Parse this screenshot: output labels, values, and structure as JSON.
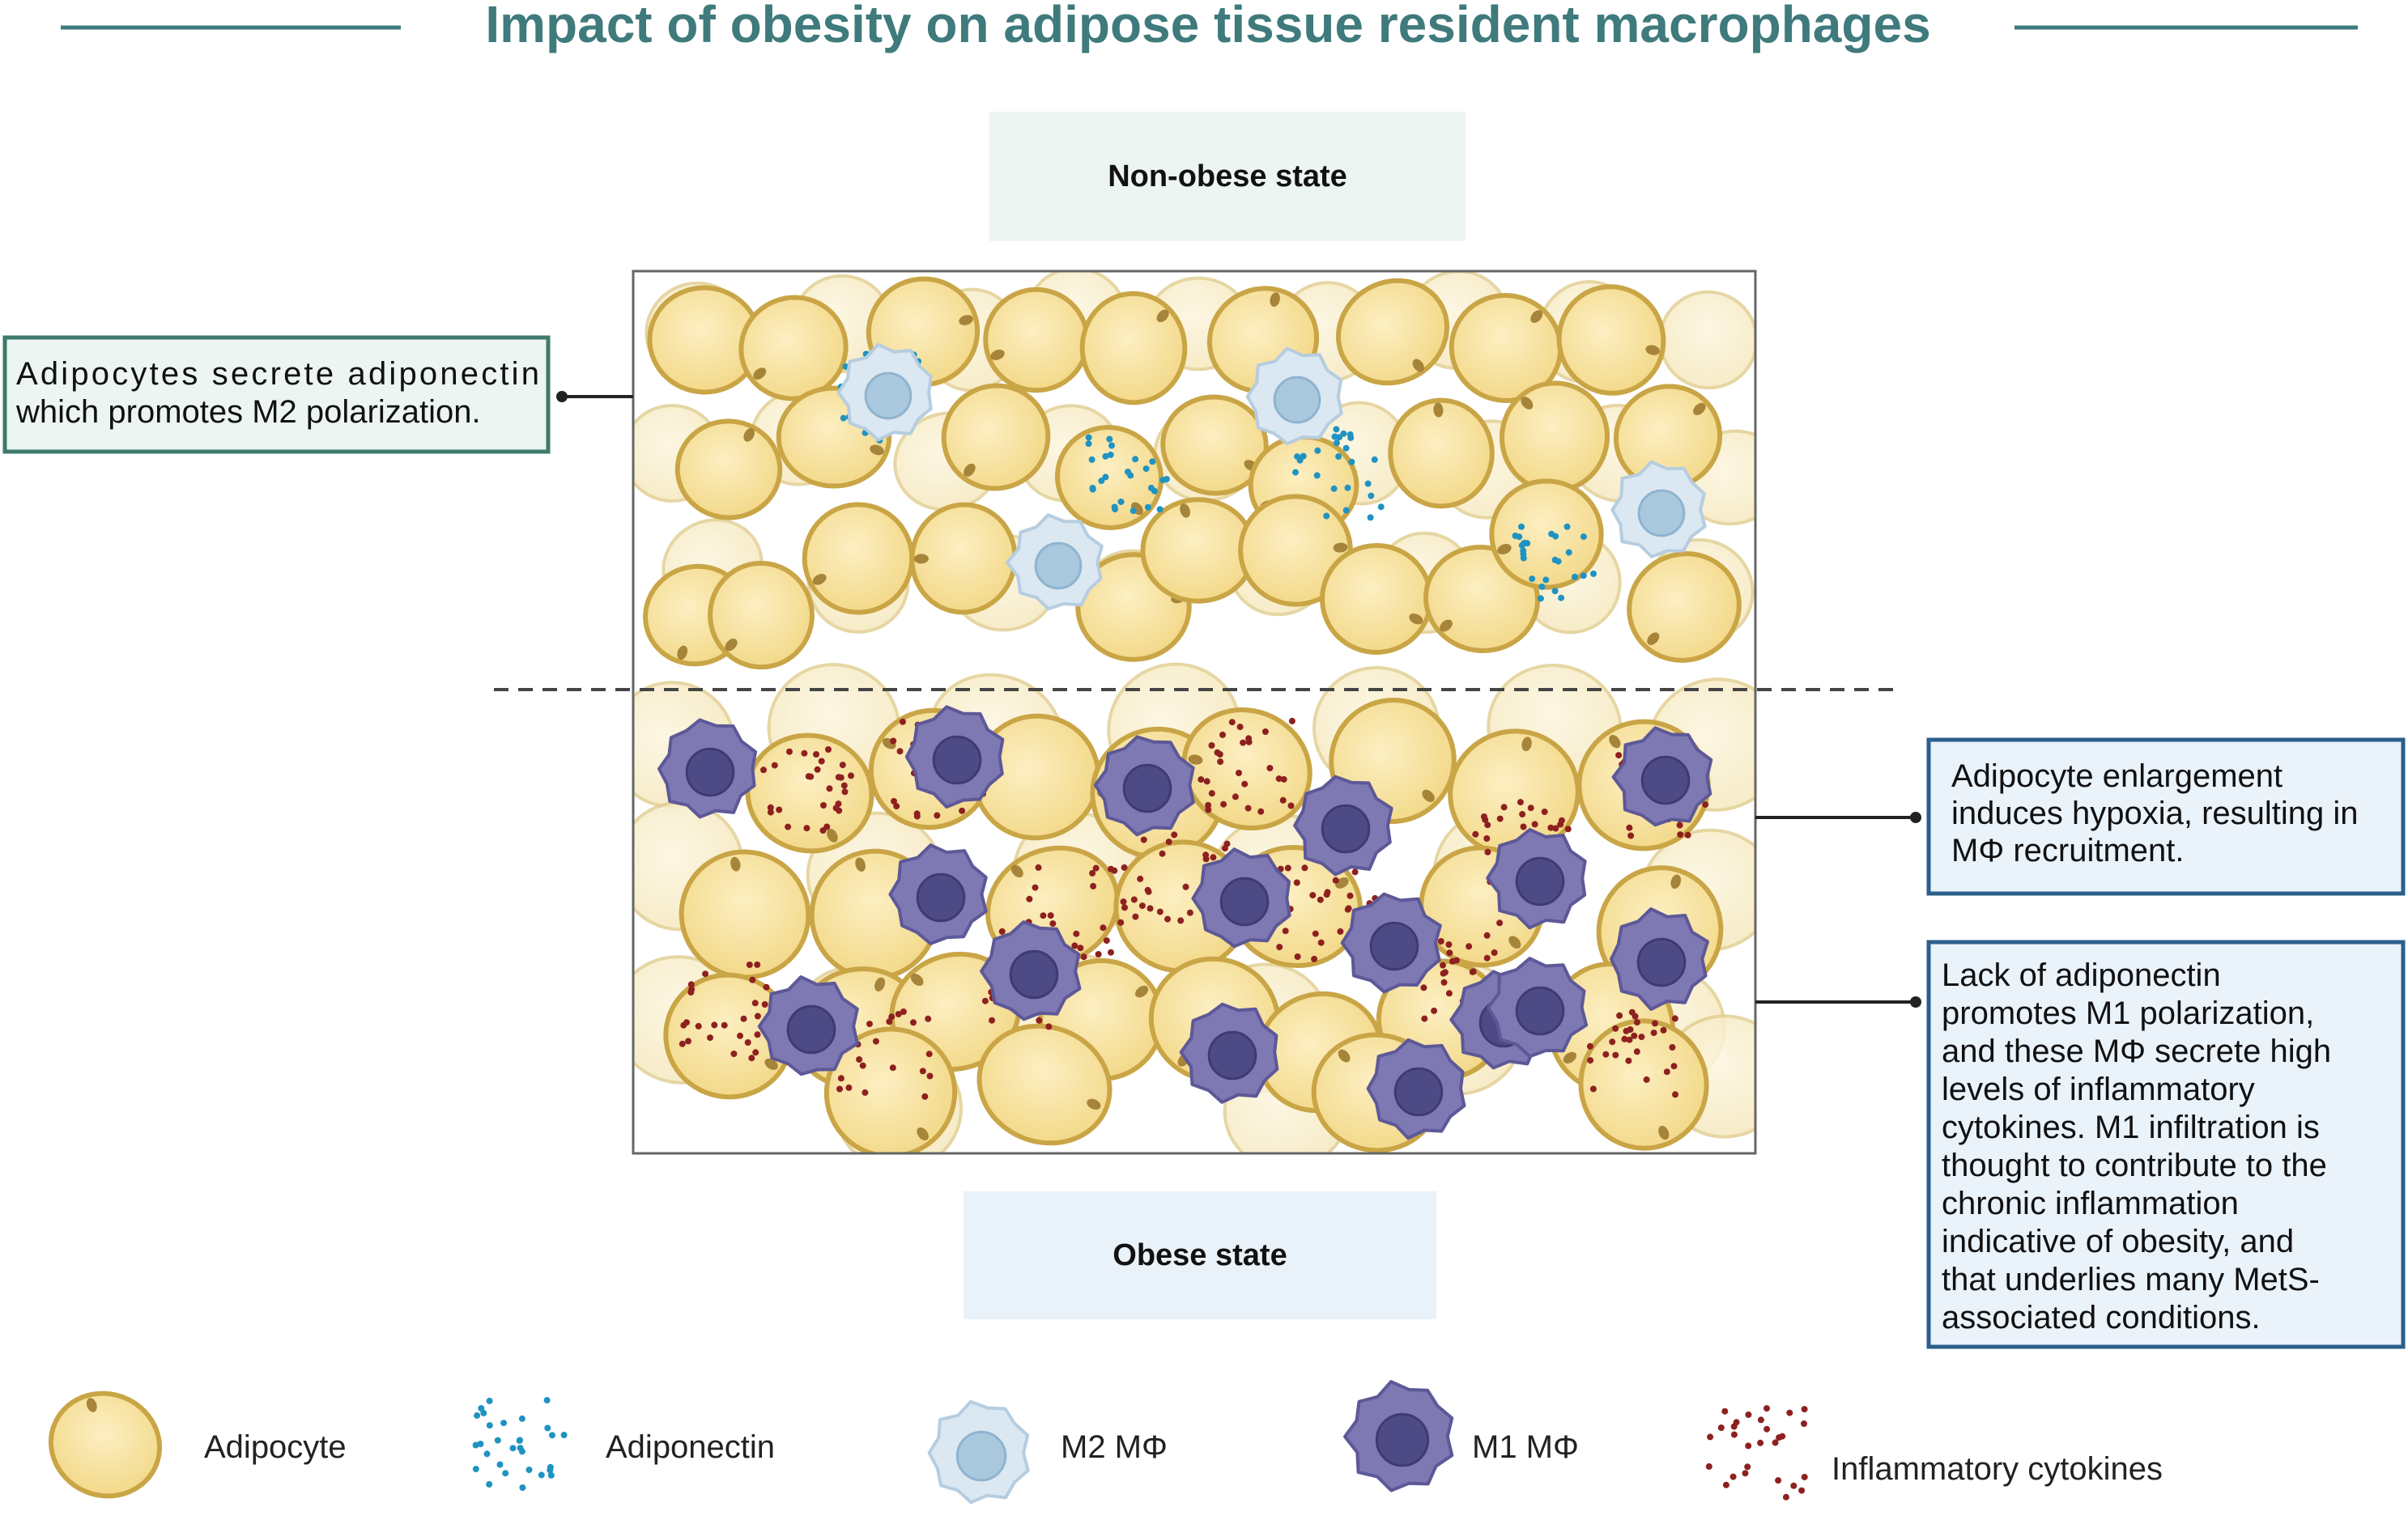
{
  "title": "Impact of obesity on adipose tissue resident macrophages",
  "states": {
    "top": "Non-obese state",
    "bottom": "Obese state"
  },
  "callouts": {
    "left": [
      "Adipocytes secrete adiponectin",
      "which promotes M2 polarization."
    ],
    "right_top": [
      "Adipocyte enlargement",
      "induces hypoxia, resulting in",
      "MΦ recruitment."
    ],
    "right_bottom": [
      "Lack of adiponectin",
      "promotes M1 polarization,",
      "and these MΦ secrete high",
      "levels of inflammatory",
      "cytokines. M1 infiltration is",
      "thought to contribute to the",
      "chronic inflammation",
      "indicative of obesity, and",
      "that underlies many MetS-",
      "associated conditions."
    ]
  },
  "legend": {
    "adipocyte": "Adipocyte",
    "adiponectin": "Adiponectin",
    "m2": "M2 MΦ",
    "m1": "M1 MΦ",
    "cytokines": "Inflammatory cytokines"
  },
  "colors": {
    "title": "#3f7a7c",
    "adipocyte_fill": "#f7e3a1",
    "adipocyte_stroke": "#c9a546",
    "adiponectin": "#1f93c2",
    "m2_fill": "#dbe8f2",
    "m2_nucleus": "#a9c8de",
    "m1_fill": "#7e78b3",
    "m1_nucleus": "#4d4a86",
    "cytokine": "#8e2020",
    "left_box_border": "#3f7a6c",
    "right_box_border": "#2b5f8c"
  }
}
